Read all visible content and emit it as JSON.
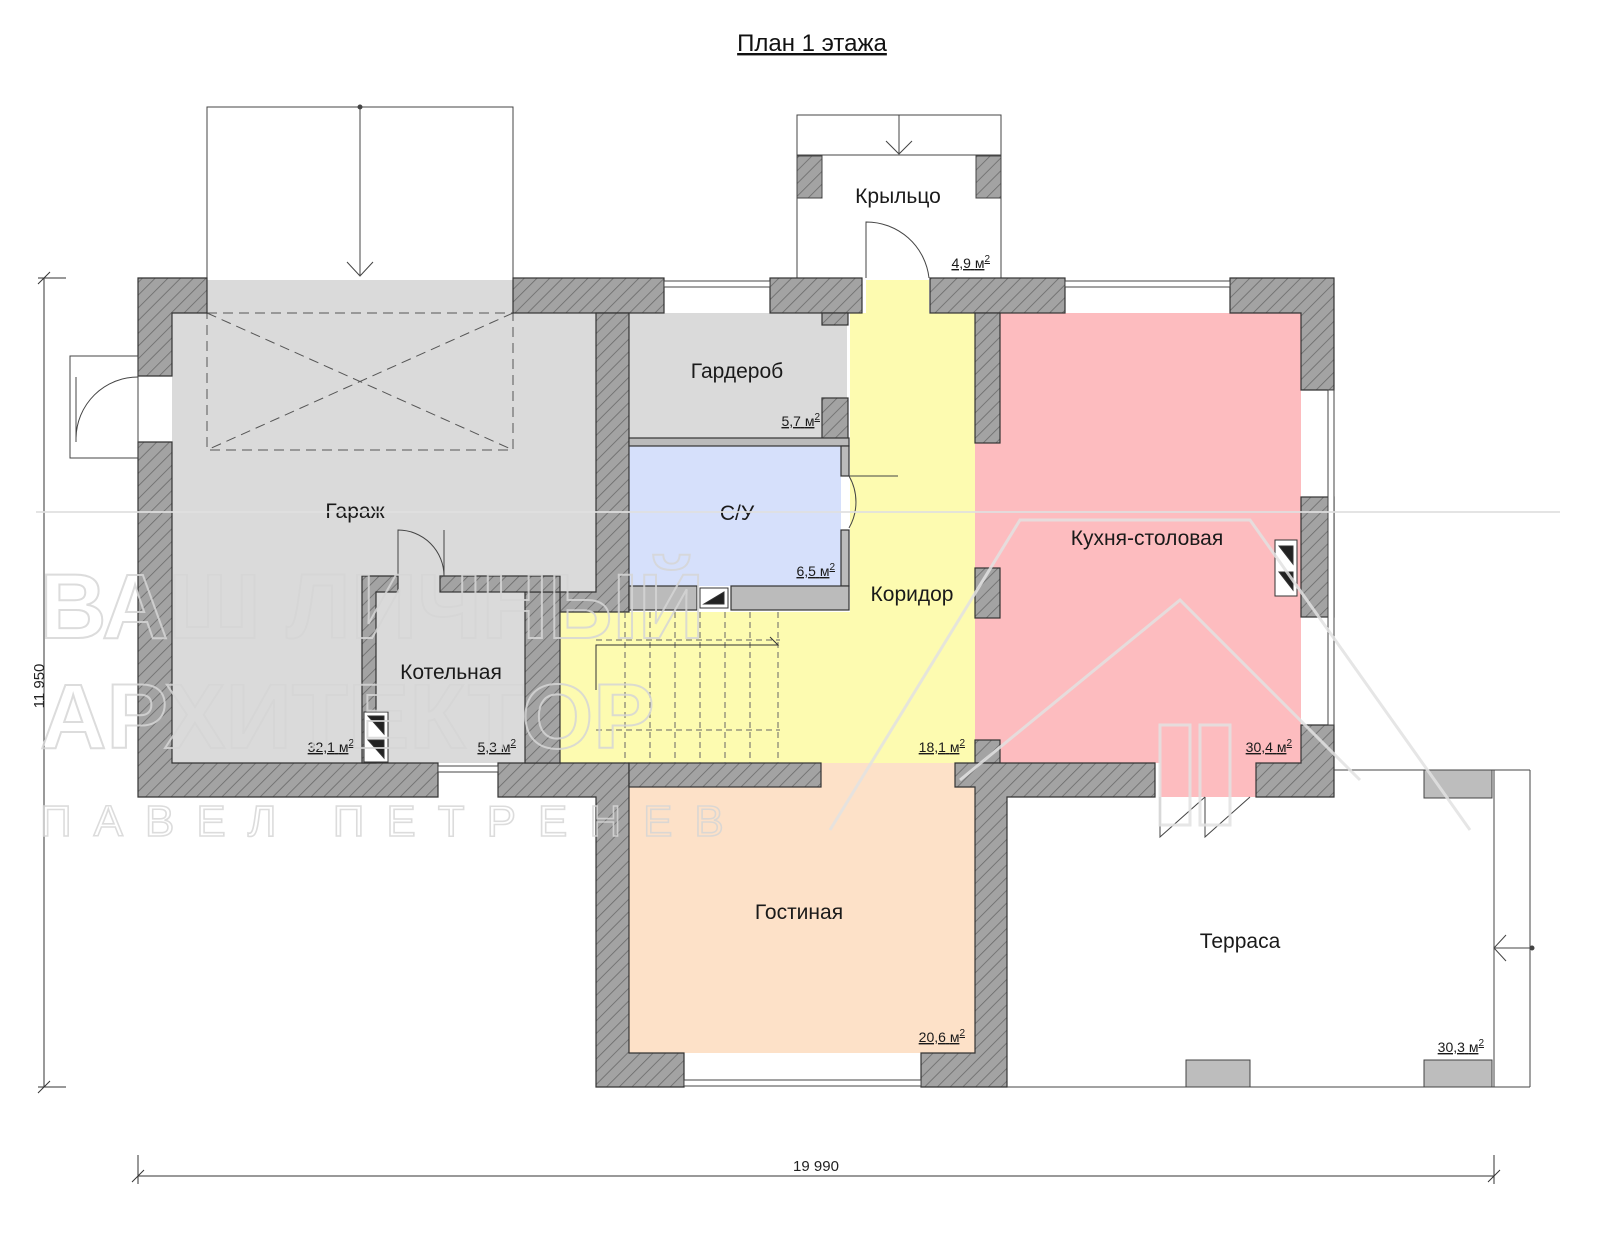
{
  "title": "План 1 этажа",
  "dimensions": {
    "width": "19 990",
    "height": "11 950"
  },
  "rooms": [
    {
      "name": "Крыльцо",
      "area": "4,9",
      "unit": "м",
      "power": "2"
    },
    {
      "name": "Гардероб",
      "area": "5,7",
      "unit": "м",
      "power": "2"
    },
    {
      "name": "Гараж",
      "area": "32,1",
      "unit": "м",
      "power": "2"
    },
    {
      "name": "С/У",
      "area": "6,5",
      "unit": "м",
      "power": "2"
    },
    {
      "name": "Котельная",
      "area": "5,3",
      "unit": "м",
      "power": "2"
    },
    {
      "name": "Коридор",
      "area": "18,1",
      "unit": "м",
      "power": "2"
    },
    {
      "name": "Кухня-столовая",
      "area": "30,4",
      "unit": "м",
      "power": "2"
    },
    {
      "name": "Гостиная",
      "area": "20,6",
      "unit": "м",
      "power": "2"
    },
    {
      "name": "Терраса",
      "area": "30,3",
      "unit": "м",
      "power": "2"
    }
  ],
  "watermark": {
    "line1": "ВАШ ЛИЧНЫЙ",
    "line2": "АРХИТЕКТОР",
    "line3": "ПАВЕЛ ПЕТРЕНЕВ"
  },
  "colors": {
    "garage": "#dadada",
    "wardrobe": "#dadada",
    "bathroom": "#d6e0fb",
    "corridor": "#fdfbb0",
    "kitchen": "#fdbcbf",
    "living": "#fde1c8",
    "wall": "#9e9e9e"
  }
}
